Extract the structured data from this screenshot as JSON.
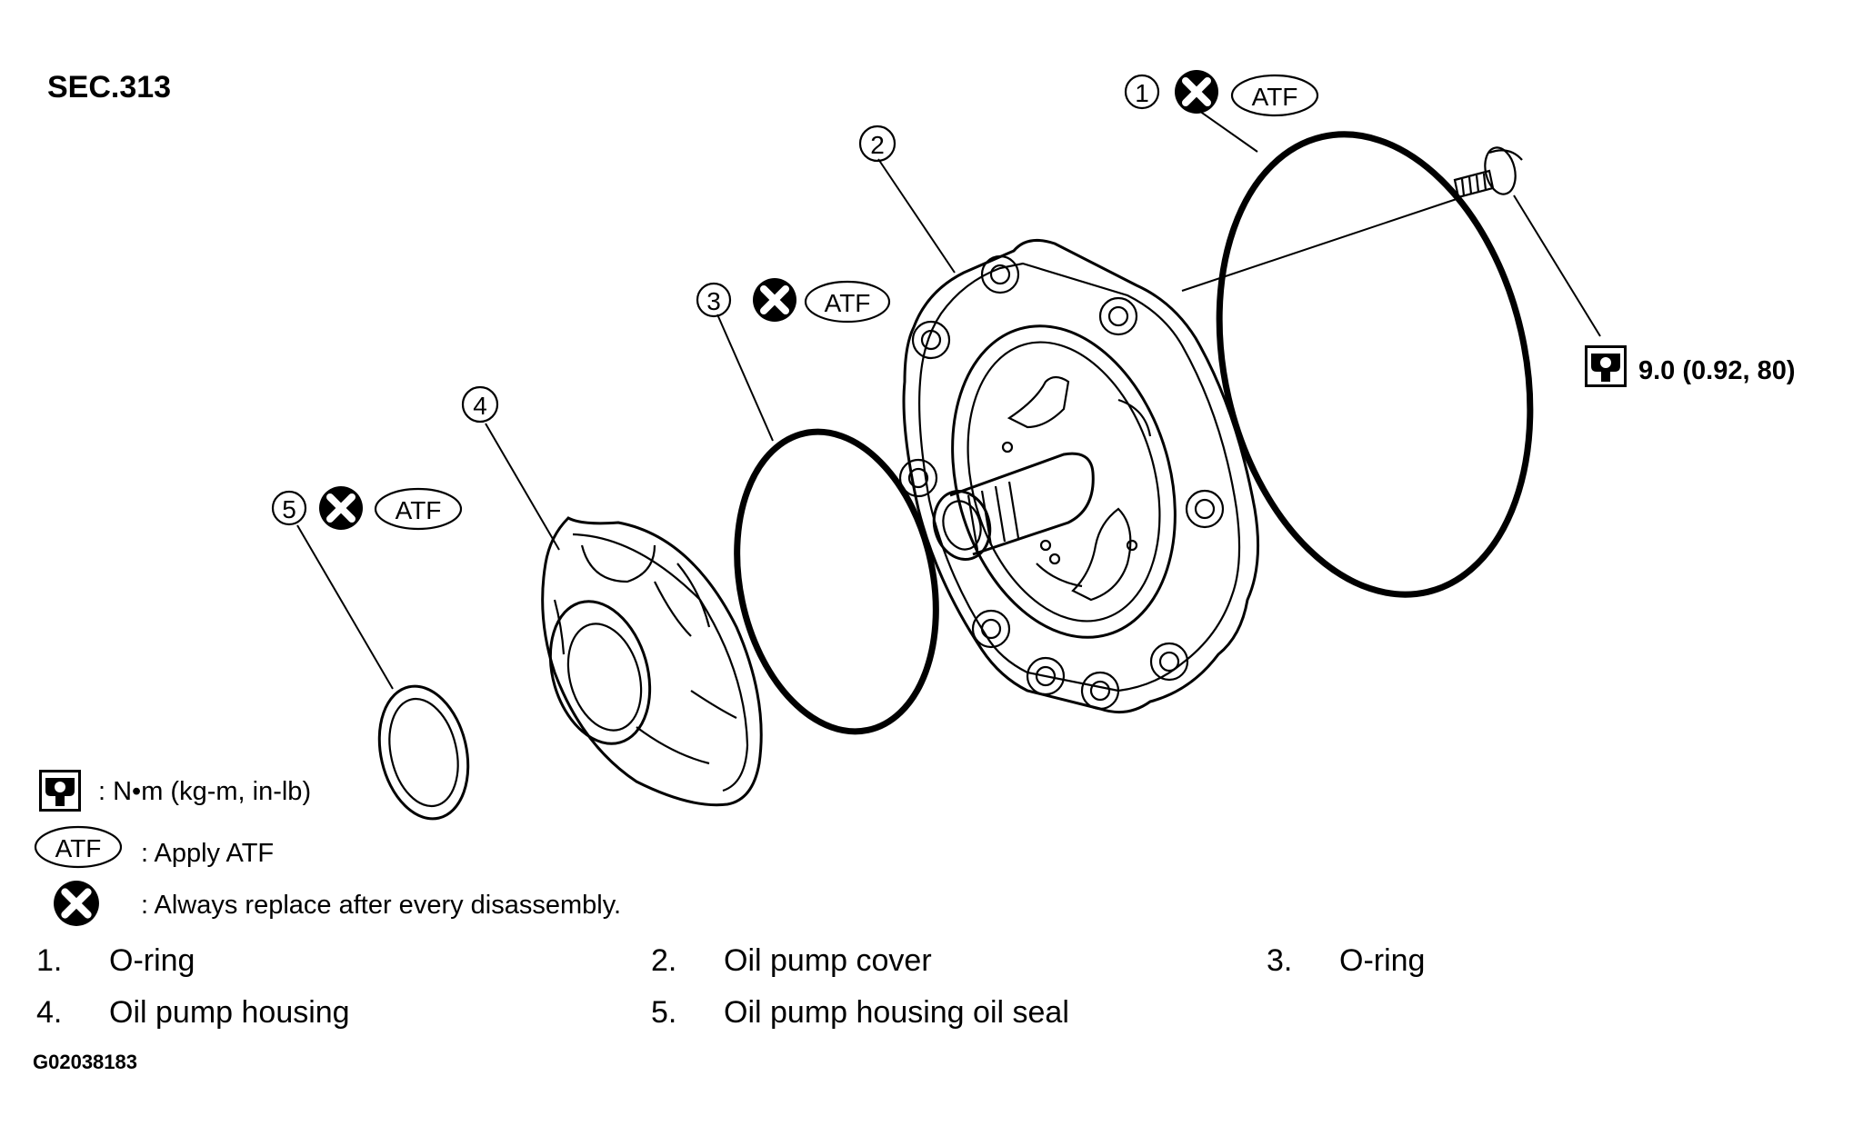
{
  "section": "SEC.313",
  "torque_spec": "9.0 (0.92, 80)",
  "callouts": [
    {
      "num": "1",
      "mark": "replace",
      "badge": "ATF"
    },
    {
      "num": "2"
    },
    {
      "num": "3",
      "mark": "replace",
      "badge": "ATF"
    },
    {
      "num": "4"
    },
    {
      "num": "5",
      "mark": "replace",
      "badge": "ATF"
    }
  ],
  "legend": {
    "torque_icon": "torque-wrench-icon",
    "torque_units": ": N•m (kg-m, in-lb)",
    "atf_badge": "ATF",
    "atf_text": ": Apply ATF",
    "replace_icon": "replace-x-icon",
    "replace_text": ": Always replace after every disassembly."
  },
  "parts": [
    {
      "num": "1.",
      "name": "O-ring"
    },
    {
      "num": "2.",
      "name": "Oil pump cover"
    },
    {
      "num": "3.",
      "name": "O-ring"
    },
    {
      "num": "4.",
      "name": "Oil pump housing"
    },
    {
      "num": "5.",
      "name": "Oil pump housing oil seal"
    }
  ],
  "figure_id": "G02038183"
}
